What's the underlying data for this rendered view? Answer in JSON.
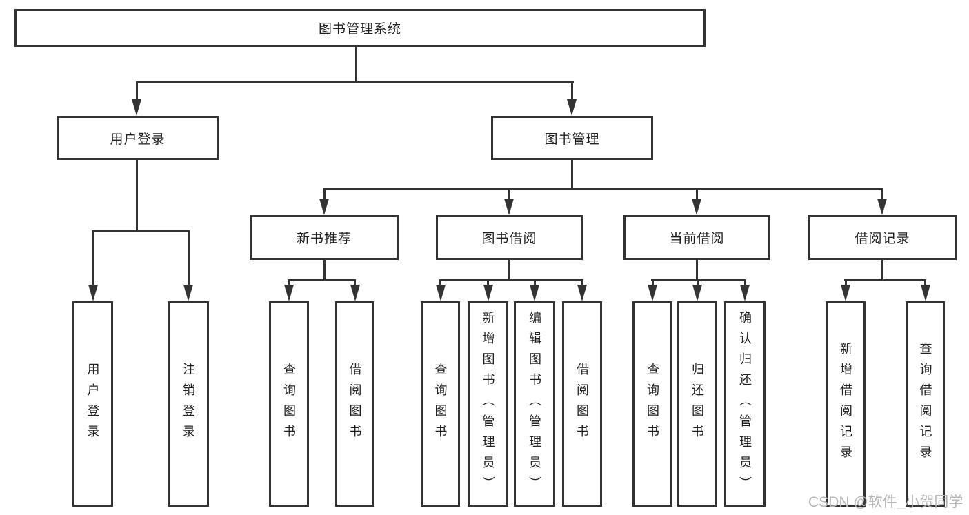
{
  "diagram_title": "图书管理系统",
  "colors": {
    "line": "#333333",
    "box_border": "#333333",
    "text": "#222222",
    "watermark": "#b5b5b5",
    "background": "#ffffff"
  },
  "tree": {
    "root": {
      "label": "图书管理系统"
    },
    "branches": [
      {
        "label": "用户登录",
        "children": [
          {
            "label": "用户登录"
          },
          {
            "label": "注销登录"
          }
        ]
      },
      {
        "label": "图书管理",
        "children": [
          {
            "label": "新书推荐",
            "children": [
              {
                "label": "查询图书"
              },
              {
                "label": "借阅图书"
              }
            ]
          },
          {
            "label": "图书借阅",
            "children": [
              {
                "label": "查询图书"
              },
              {
                "label": "新增图书（管理员）"
              },
              {
                "label": "编辑图书（管理员）"
              },
              {
                "label": "借阅图书"
              }
            ]
          },
          {
            "label": "当前借阅",
            "children": [
              {
                "label": "查询图书"
              },
              {
                "label": "归还图书"
              },
              {
                "label": "确认归还（管理员）"
              }
            ]
          },
          {
            "label": "借阅记录",
            "children": [
              {
                "label": "新增借阅记录"
              },
              {
                "label": "查询借阅记录"
              }
            ]
          }
        ]
      }
    ]
  },
  "watermark": {
    "text": "CSDN @软件_小贺同学"
  }
}
